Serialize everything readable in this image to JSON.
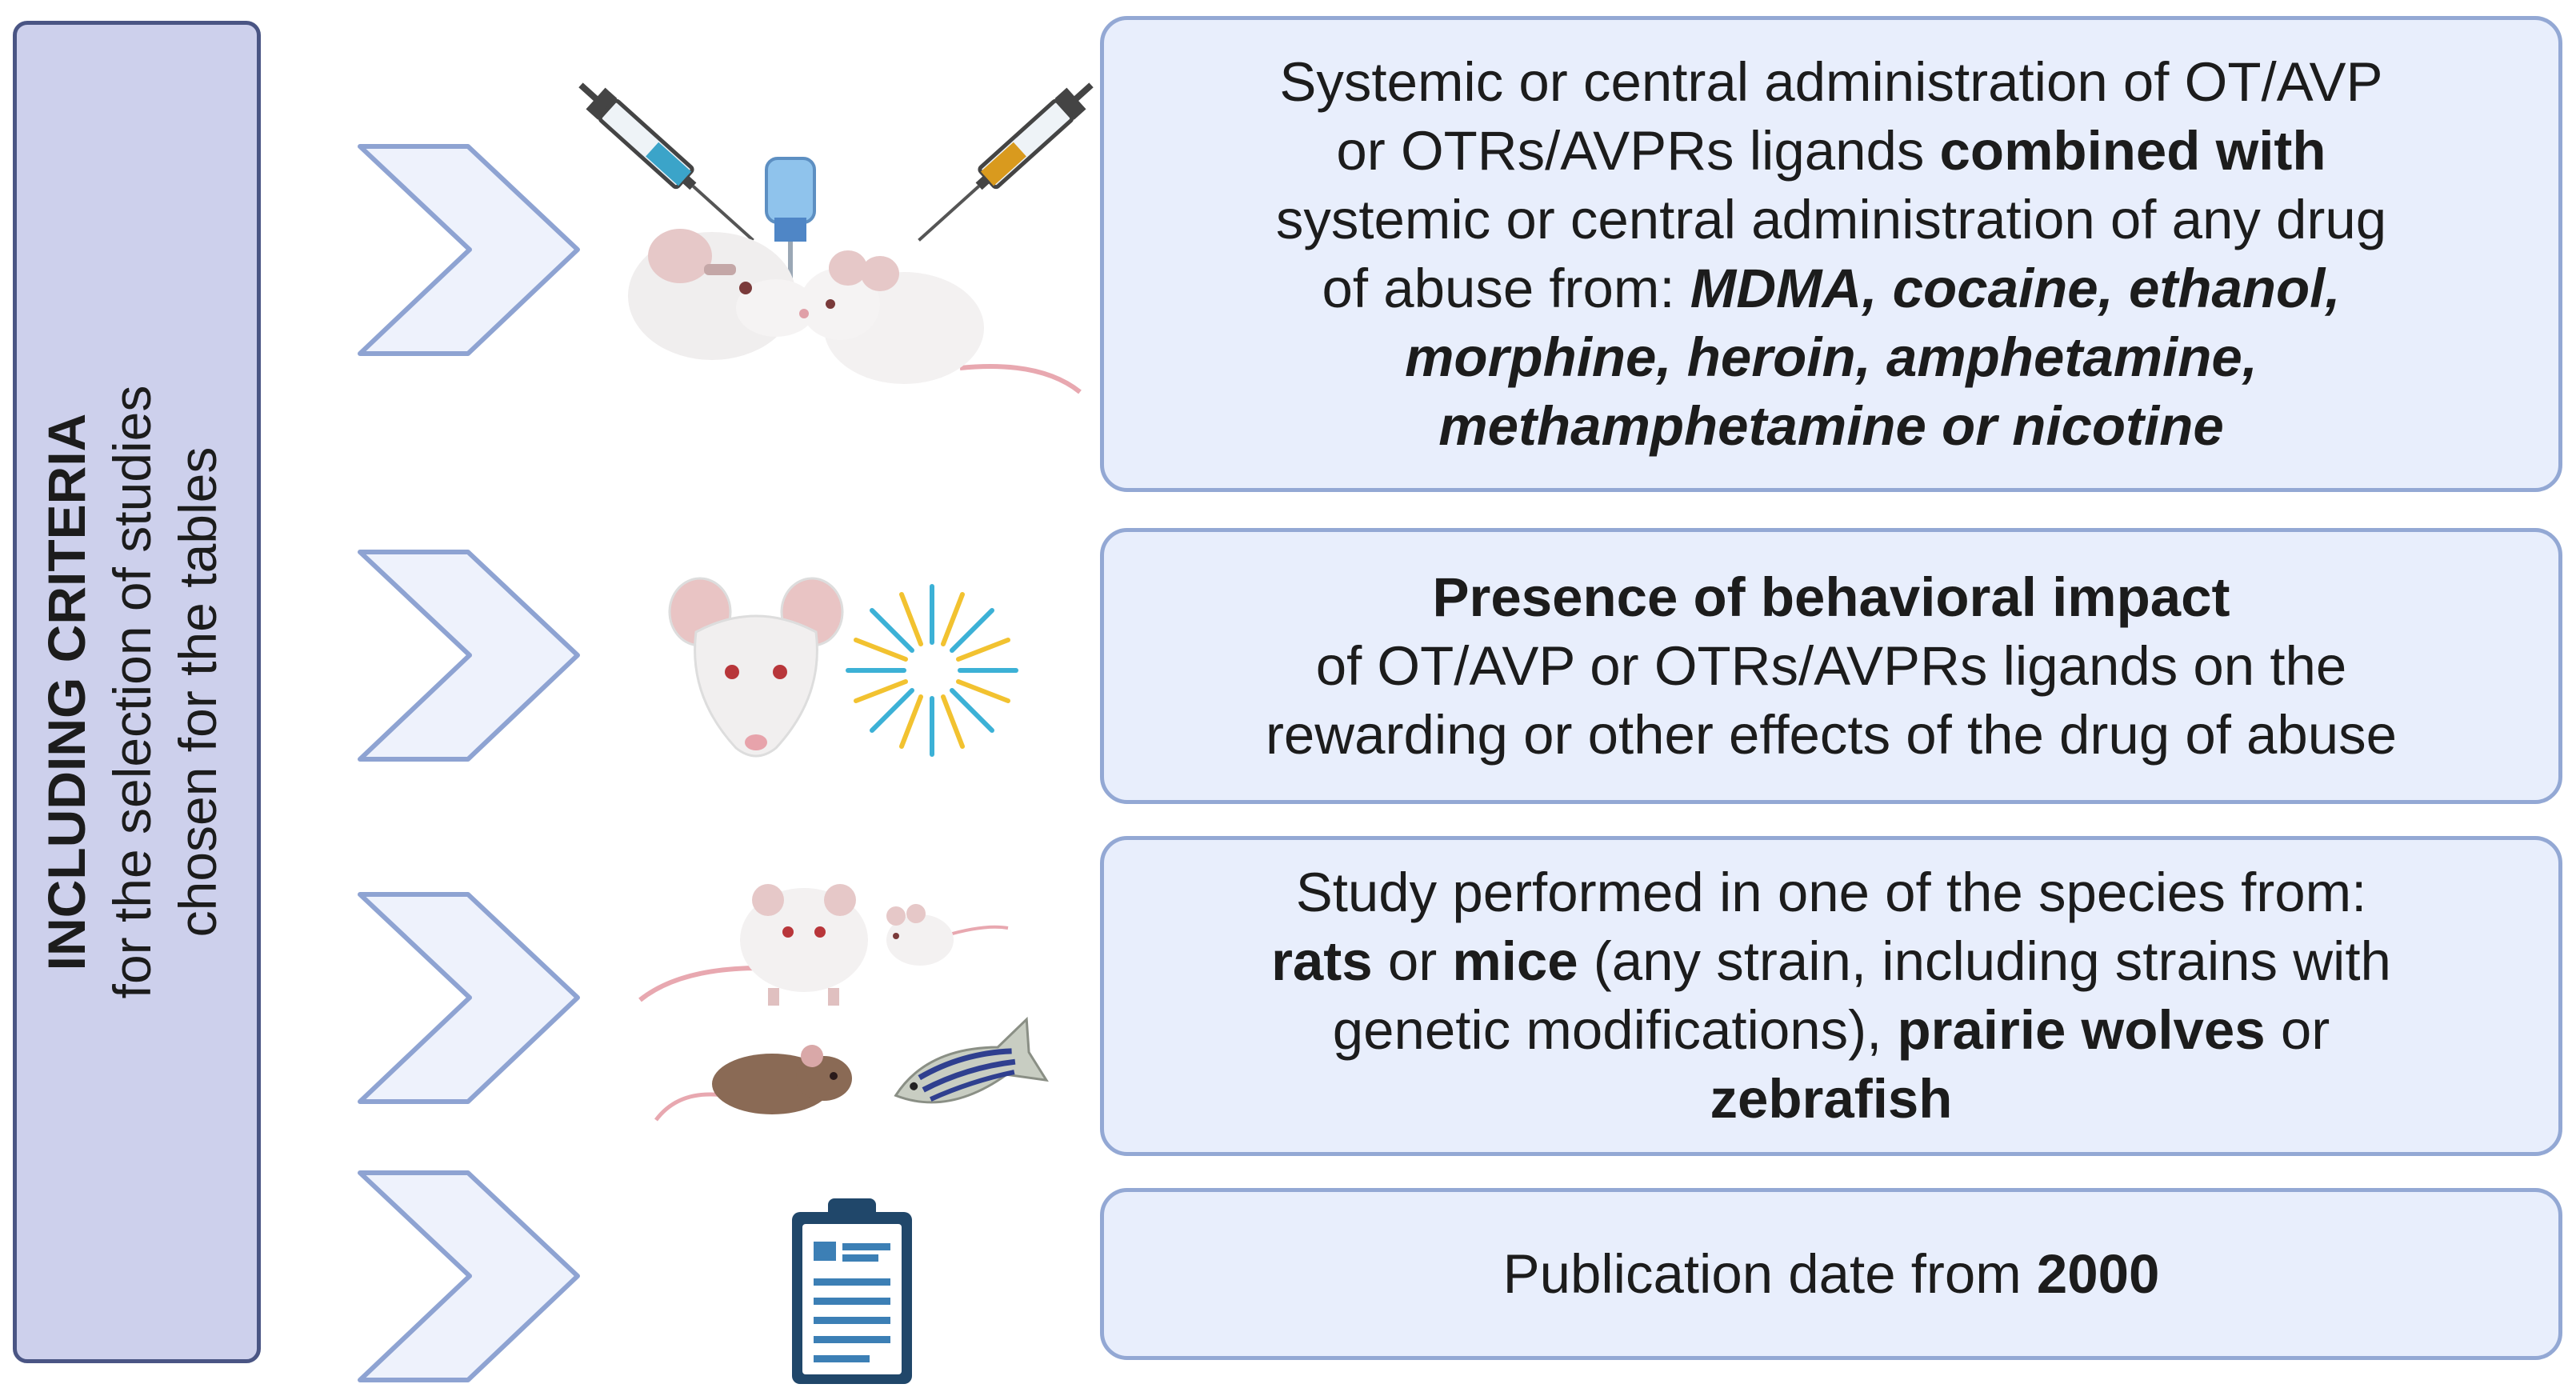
{
  "sidebar": {
    "title": "INCLUDING CRITERIA",
    "subtitle_line1": "for the selection of studies",
    "subtitle_line2": "chosen for the tables"
  },
  "criteria": [
    {
      "icon": "syringe-mouse-icon",
      "line1": "Systemic or central administration of OT/AVP",
      "line2_a": "or OTRs/AVPRs ligands ",
      "line2_b": "combined with",
      "line3": "systemic or central administration of any drug",
      "line4_a": "of abuse from: ",
      "line4_b": "MDMA, cocaine, ethanol,",
      "line5": "morphine, heroin, amphetamine,",
      "line6": "methamphetamine or nicotine"
    },
    {
      "icon": "rat-fireworks-icon",
      "line1": "Presence of behavioral impact",
      "line2": "of OT/AVP or OTRs/AVPRs ligands on the",
      "line3": "rewarding or other effects of the drug of abuse"
    },
    {
      "icon": "rodents-zebrafish-icon",
      "line1": "Study performed in one of the species from:",
      "line2_a": "rats",
      "line2_b": " or ",
      "line2_c": "mice",
      "line2_d": " (any strain, including strains with",
      "line3_a": "genetic modifications), ",
      "line3_b": "prairie wolves",
      "line3_c": " or",
      "line4": "zebrafish"
    },
    {
      "icon": "clipboard-icon",
      "line1_a": "Publication date from ",
      "line1_b": "2000"
    }
  ],
  "colors": {
    "sidebar_fill": "#cdd0ec",
    "sidebar_border": "#4a5584",
    "box_fill": "#e8eefc",
    "box_border": "#93a8d4",
    "chevron_fill": "#eef2fc",
    "chevron_stroke": "#8ea3d2"
  }
}
